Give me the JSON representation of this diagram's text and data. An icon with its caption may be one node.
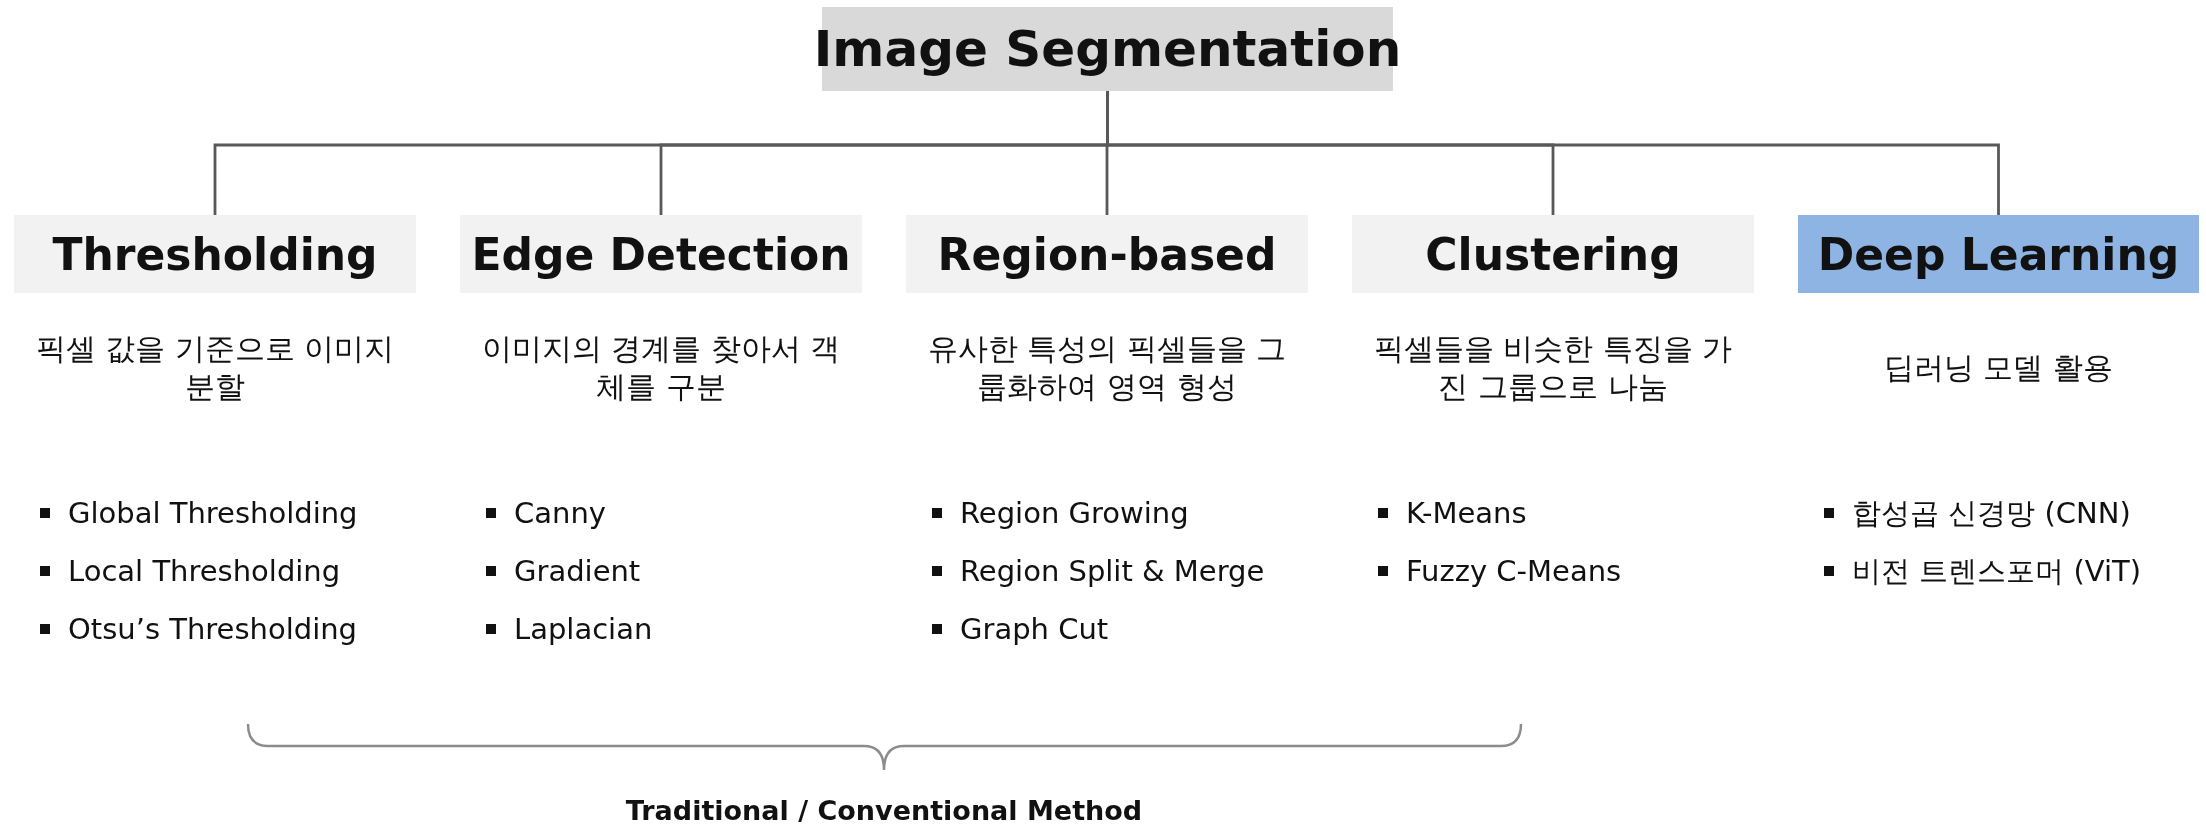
{
  "diagram": {
    "nodes": [
      {
        "text": [
          "Image Segmentation"
        ]
      },
      {
        "text": [
          "Thresholding"
        ],
        "beside": [
          "픽셀 값을 기준으로 이미지 분할",
          "Global Thresholding",
          "Local Thresholding",
          "Otsu’s Thresholding"
        ]
      },
      {
        "text": [
          "Edge Detection"
        ],
        "beside": [
          "이미지의 경계를 찾아서 객체를 구분",
          "Canny",
          "Gradient",
          "Laplacian"
        ]
      },
      {
        "text": [
          "Region-based"
        ],
        "beside": [
          "유사한 특성의 픽셀들을 그룹화하여 영역 형성",
          "Region Growing",
          "Region Split & Merge",
          "Graph Cut"
        ]
      },
      {
        "text": [
          "Clustering"
        ],
        "beside": [
          "픽셀들을 비슷한 특징을 가진 그룹으로 나눔",
          "K-Means",
          "Fuzzy C-Means"
        ]
      },
      {
        "text": [
          "Deep Learning"
        ],
        "beside": [
          "딥러닝 모델 활용",
          "합성곱 신경망 (CNN)",
          "비전 트렌스포머 (ViT)"
        ]
      }
    ],
    "edges": [
      {
        "from": 0,
        "to": 1,
        "arrow": "none"
      },
      {
        "from": 0,
        "to": 2,
        "arrow": "none"
      },
      {
        "from": 0,
        "to": 3,
        "arrow": "none"
      },
      {
        "from": 0,
        "to": 4,
        "arrow": "none"
      },
      {
        "from": 0,
        "to": 5,
        "arrow": "none"
      }
    ],
    "labels": [
      "Traditional / Conventional Method"
    ]
  }
}
